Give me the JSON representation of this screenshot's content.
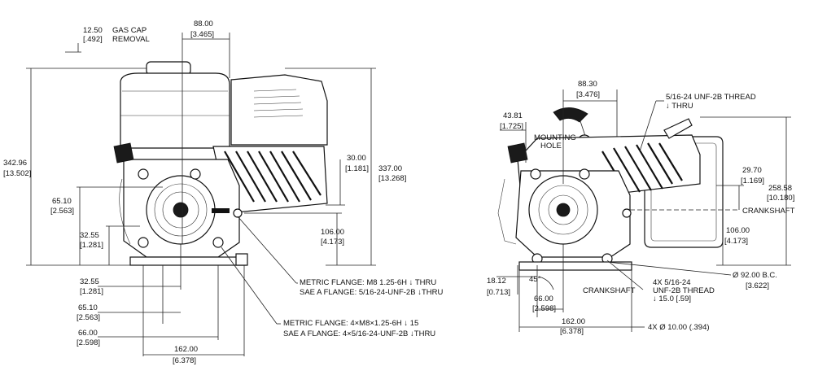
{
  "left_view": {
    "gas_cap_mm": "12.50",
    "gas_cap_in": "[.492]",
    "gas_cap_label_1": "GAS CAP",
    "gas_cap_label_2": "REMOVAL",
    "top_width_mm": "88.00",
    "top_width_in": "[3.465]",
    "overall_height_mm": "342.96",
    "overall_height_in": "[13.502]",
    "height_right_mm": "337.00",
    "height_right_in": "[13.268]",
    "offset_30_mm": "30.00",
    "offset_30_in": "[1.181]",
    "shaft_height_mm": "65.10",
    "shaft_height_in": "[2.563]",
    "base_offset_mm": "32.55",
    "base_offset_in": "[1.281]",
    "crank_height_mm": "106.00",
    "crank_height_in": "[4.173]",
    "bottom_32_mm": "32.55",
    "bottom_32_in": "[1.281]",
    "bottom_65_mm": "65.10",
    "bottom_65_in": "[2.563]",
    "bottom_66_mm": "66.00",
    "bottom_66_in": "[2.598]",
    "bottom_162_mm": "162.00",
    "bottom_162_in": "[6.378]",
    "note_flange_1a": "METRIC FLANGE: M8  1.25-6H ↓ THRU",
    "note_flange_1b": "SAE A FLANGE: 5/16-24-UNF-2B ↓THRU",
    "note_flange_2a": "METRIC FLANGE: 4×M8×1.25-6H ↓ 15",
    "note_flange_2b": "SAE A FLANGE: 4×5/16-24-UNF-2B ↓THRU"
  },
  "right_view": {
    "top_width_mm": "88.30",
    "top_width_in": "[3.476]",
    "offset_43_mm": "43.81",
    "offset_43_in": "[1.725]",
    "mounting_hole_1": "MOUNTING",
    "mounting_hole_2": "HOLE",
    "thread_note_1": "5/16-24 UNF-2B THREAD",
    "thread_note_2": "↓ THRU",
    "dim_29_mm": "29.70",
    "dim_29_in": "[1.169]",
    "dim_258_mm": "258.58",
    "dim_258_in": "[10.180]",
    "crankshaft_label": "CRANKSHAFT",
    "dim_106_mm": "106.00",
    "dim_106_in": "[4.173]",
    "bc_mm": "Ø  92.00  B.C.",
    "bc_in": "[3.622]",
    "dim_18_mm": "18.12",
    "dim_18_in": "[0.713]",
    "angle": "45°",
    "dim_66_mm": "66.00",
    "dim_66_in": "[2.598]",
    "crankshaft_bottom": "CRANKSHAFT",
    "thread_4x_1": "4X  5/16-24",
    "thread_4x_2": "UNF-2B THREAD",
    "thread_4x_3": "↓ 15.0 [.59]",
    "dim_162_mm": "162.00",
    "dim_162_in": "[6.378]",
    "hole_4x": "4X  Ø 10.00 (.394)"
  }
}
